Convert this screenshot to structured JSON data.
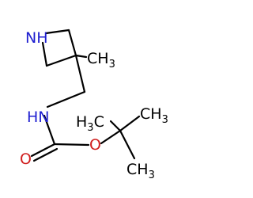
{
  "molecule": {
    "labels": {
      "nh_ring": "NH",
      "ch3_top": "CH3",
      "nh_carbamate": "HN",
      "o_carbonyl": "O",
      "o_ester": "O",
      "ch3_left": "CH3",
      "ch3_right": "CH3",
      "ch3_bottom": "CH3"
    }
  },
  "colors": {
    "carbon_bond": "#000000",
    "nitrogen": "#1f1fd0",
    "oxygen": "#d01f1f",
    "carbon_label": "#000000"
  }
}
